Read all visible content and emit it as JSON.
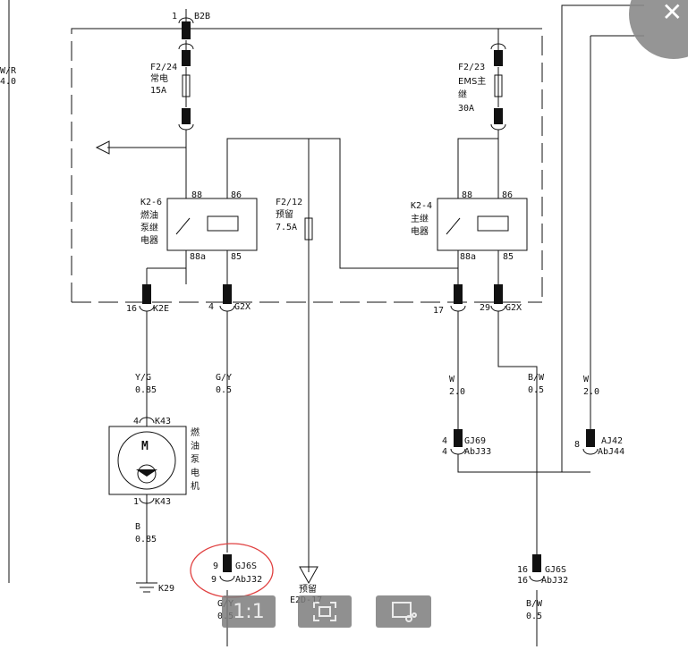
{
  "left_wire": {
    "color_code": "W/R",
    "gauge": "4.0"
  },
  "top_connector": {
    "pin": "1",
    "name": "B2B"
  },
  "fuses": [
    {
      "id": "F2/24",
      "desc": "常电",
      "rating": "15A"
    },
    {
      "id": "F2/23",
      "desc_line1": "EMS主",
      "desc_line2": "继",
      "rating": "30A"
    },
    {
      "id": "F2/12",
      "desc": "预留",
      "rating": "7.5A"
    }
  ],
  "relays": [
    {
      "id": "K2-6",
      "name_lines": [
        "燃油",
        "泵继",
        "电器"
      ],
      "pin_88": "88",
      "pin_86": "86",
      "pin_88a": "88a",
      "pin_85": "85"
    },
    {
      "id": "K2-4",
      "name_lines": [
        "主继",
        "电器"
      ],
      "pin_88": "88",
      "pin_86": "86",
      "pin_88a": "88a",
      "pin_85": "85"
    }
  ],
  "box_connectors": [
    {
      "pin": "16",
      "name": "K2E"
    },
    {
      "pin": "4",
      "name": "G2X"
    },
    {
      "pin": "17",
      "name": ""
    },
    {
      "pin": "29",
      "name": "G2X"
    }
  ],
  "wires": [
    {
      "color": "Y/G",
      "gauge": "0.85"
    },
    {
      "color": "G/Y",
      "gauge": "0.5"
    },
    {
      "color": "W",
      "gauge": "2.0"
    },
    {
      "color": "B/W",
      "gauge": "0.5"
    },
    {
      "color": "W",
      "gauge": "2.0"
    },
    {
      "color": "B",
      "gauge": "0.85"
    },
    {
      "color": "G/Y",
      "gauge": "0.5"
    },
    {
      "color": "B/W",
      "gauge": "0.5"
    }
  ],
  "pump": {
    "top_pin": "4",
    "top_conn": "K43",
    "bottom_pin": "1",
    "bottom_conn": "K43",
    "motor_letter": "M",
    "label_chars": [
      "燃",
      "油",
      "泵",
      "电",
      "机"
    ]
  },
  "ground": {
    "name": "K29"
  },
  "inline_connectors": [
    {
      "pin_a": "4",
      "pin_b": "4",
      "name_a": "GJ69",
      "name_b": "AbJ33"
    },
    {
      "pin_a": "8",
      "pin_b": "",
      "name_a": "AJ42",
      "name_b": "AbJ44"
    },
    {
      "pin_a": "9",
      "pin_b": "9",
      "name_a": "GJ6S",
      "name_b": "AbJ32"
    },
    {
      "pin_a": "16",
      "pin_b": "16",
      "name_a": "GJ6S",
      "name_b": "AbJ32"
    }
  ],
  "reserve_terminal": {
    "line1": "预留",
    "line2": "E2D-17"
  },
  "toolbar": {
    "actual_size_label": "1:1"
  },
  "close_label": "✕",
  "colors": {
    "line": "#111111",
    "highlight": "#e04040",
    "toolbar": "#7d7d7d"
  }
}
